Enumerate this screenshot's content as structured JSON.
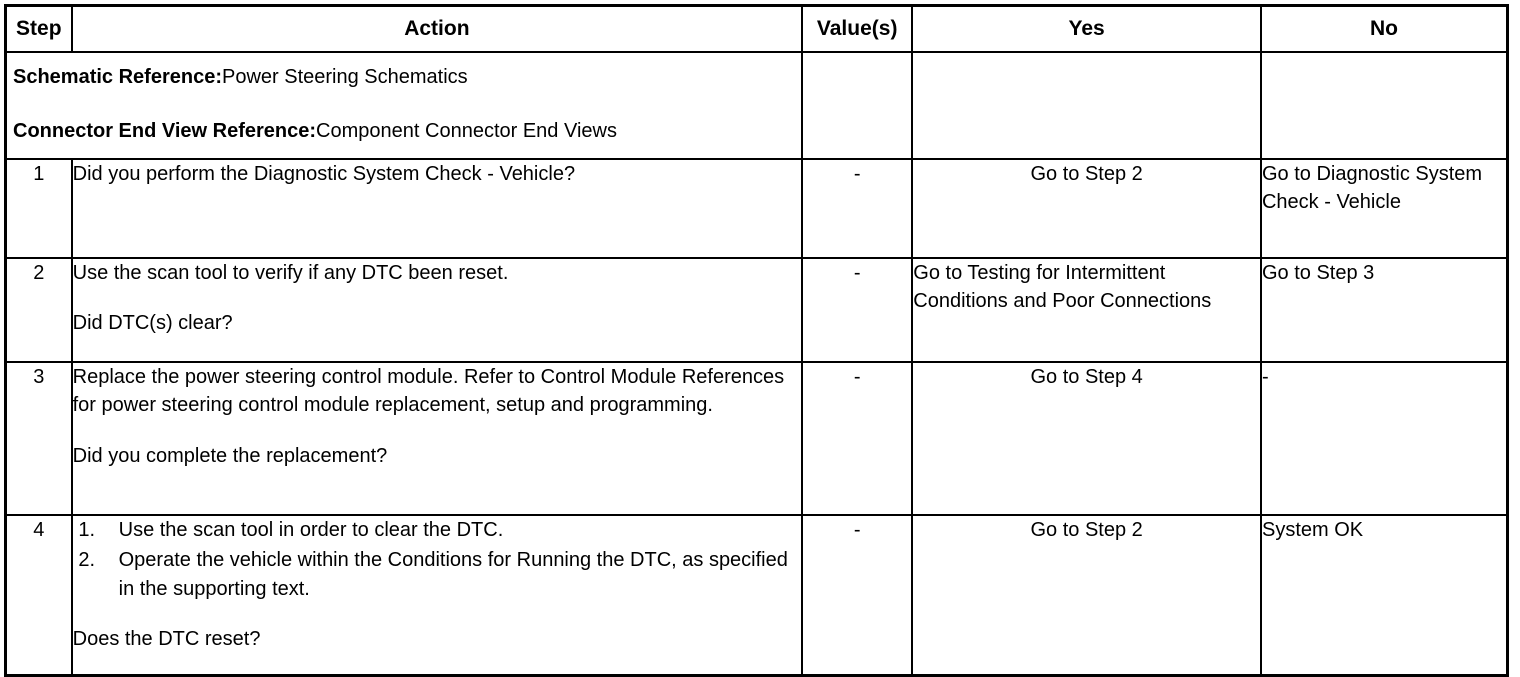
{
  "table": {
    "columns": [
      {
        "key": "step",
        "label": "Step"
      },
      {
        "key": "action",
        "label": "Action"
      },
      {
        "key": "value",
        "label": "Value(s)"
      },
      {
        "key": "yes",
        "label": "Yes"
      },
      {
        "key": "no",
        "label": "No"
      }
    ],
    "references": [
      {
        "label": "Schematic Reference:",
        "value": "Power Steering Schematics"
      },
      {
        "label": "Connector End View Reference:",
        "value": "Component Connector End Views"
      }
    ],
    "rows": [
      {
        "step": "1",
        "action_paragraphs": [
          "Did you perform the Diagnostic System Check - Vehicle?"
        ],
        "value": "-",
        "yes": "Go to Step 2",
        "no": "Go to Diagnostic System Check - Vehicle"
      },
      {
        "step": "2",
        "action_paragraphs": [
          "Use the scan tool to verify if any DTC been reset.",
          "Did DTC(s) clear?"
        ],
        "value": "-",
        "yes": "Go to Testing for Intermittent Conditions and Poor Connections",
        "no": "Go to Step 3"
      },
      {
        "step": "3",
        "action_paragraphs": [
          "Replace the power steering control module. Refer to Control Module References for power steering control module replacement, setup and programming.",
          "Did you complete the replacement?"
        ],
        "value": "-",
        "yes": "Go to Step 4",
        "no": "-"
      },
      {
        "step": "4",
        "action_list": [
          "Use the scan tool in order to clear the DTC.",
          "Operate the vehicle within the Conditions for Running the DTC, as specified in the supporting text."
        ],
        "action_paragraphs": [
          "Does the DTC reset?"
        ],
        "value": "-",
        "yes": "Go to Step 2",
        "no": "System OK"
      }
    ]
  },
  "colors": {
    "border": "#000000",
    "text": "#000000",
    "background": "#ffffff"
  }
}
